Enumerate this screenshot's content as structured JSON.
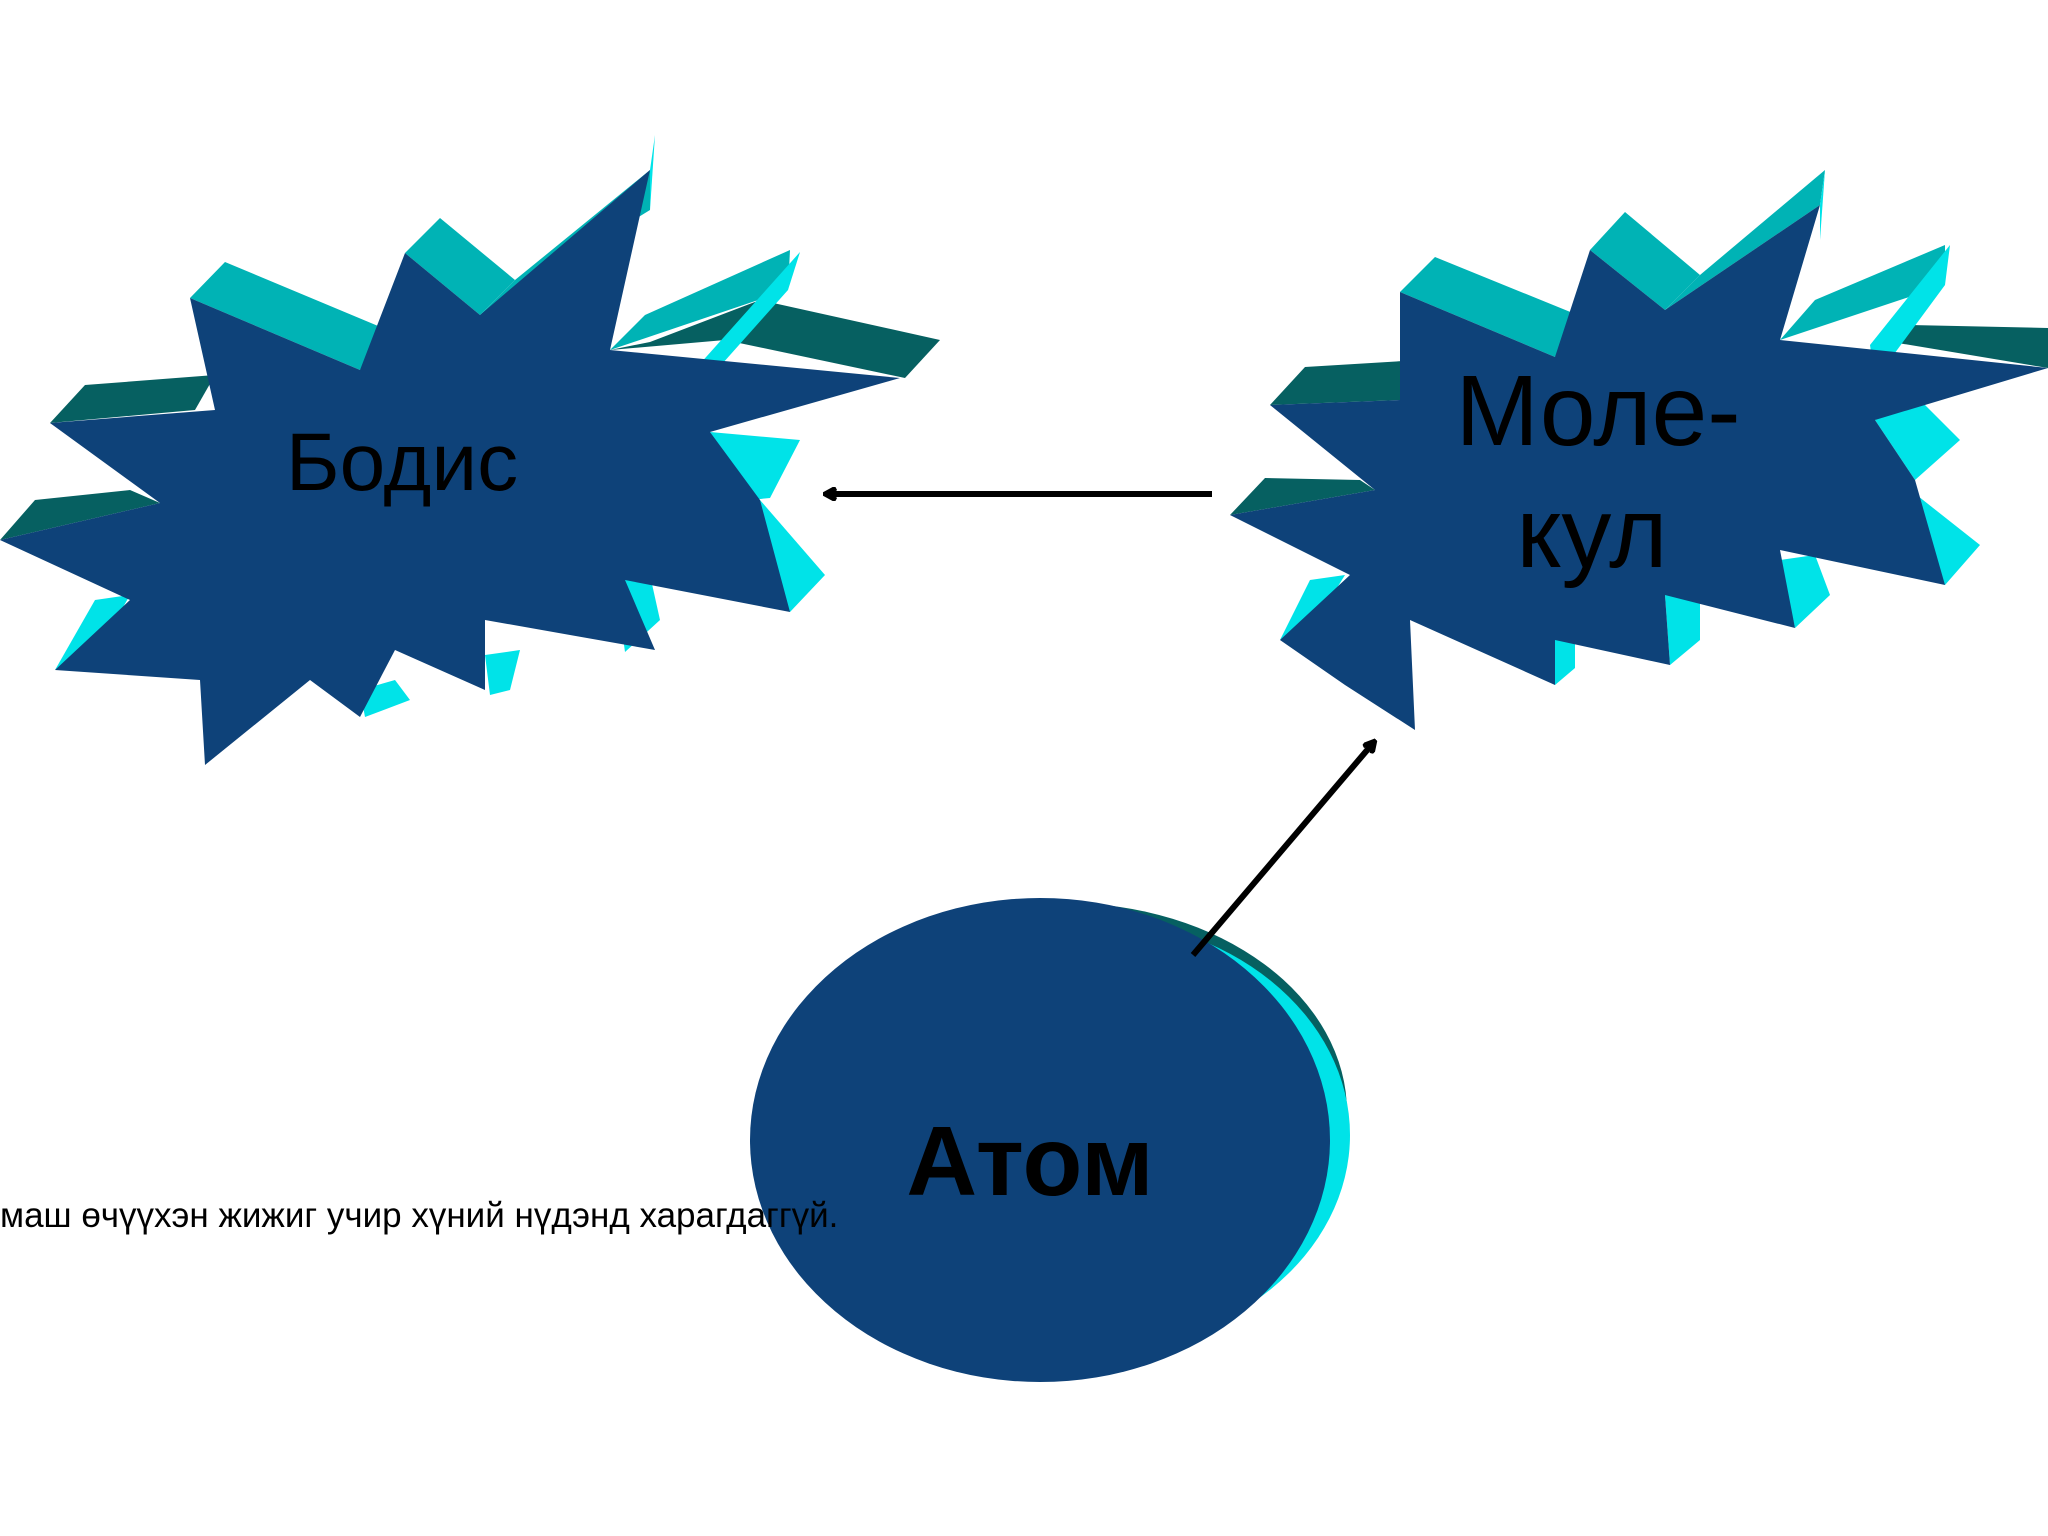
{
  "nodes": {
    "bodis": {
      "label": "Бодис"
    },
    "molecule": {
      "label_line1": "Моле-",
      "label_line2": "кул"
    },
    "atom": {
      "label": "Атом"
    }
  },
  "caption": {
    "text": "маш өчүүхэн жижиг учир хүний нүдэнд харагдаггүй."
  },
  "colors": {
    "shape_face": "#0e4279",
    "extrude_light": "#00e3e8",
    "extrude_mid": "#00b3b5",
    "extrude_dark": "#066061",
    "arrow": "#000000",
    "background": "#ffffff"
  }
}
